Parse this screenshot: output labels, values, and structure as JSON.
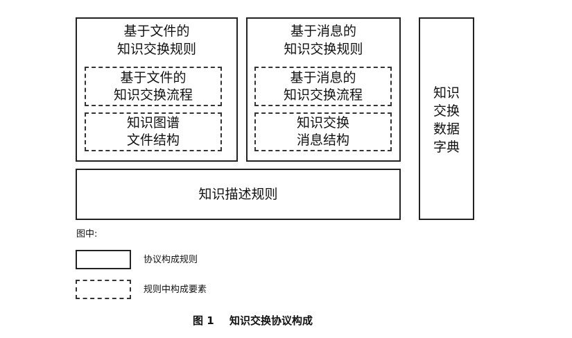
{
  "file_rules": {
    "title_line1": "基于文件的",
    "title_line2": "知识交换规则",
    "process_line1": "基于文件的",
    "process_line2": "知识交换流程",
    "structure_line1": "知识图谱",
    "structure_line2": "文件结构"
  },
  "message_rules": {
    "title_line1": "基于消息的",
    "title_line2": "知识交换规则",
    "process_line1": "基于消息的",
    "process_line2": "知识交换流程",
    "structure_line1": "知识交换",
    "structure_line2": "消息结构"
  },
  "description_rules": "知识描述规则",
  "dictionary": {
    "line1": "知识",
    "line2": "交换",
    "line3": "数据",
    "line4": "字典"
  },
  "legend": {
    "title": "图中:",
    "solid_label": "协议构成规则",
    "dashed_label": "规则中构成要素"
  },
  "caption": {
    "number": "图 1",
    "text": "知识交换协议构成"
  }
}
